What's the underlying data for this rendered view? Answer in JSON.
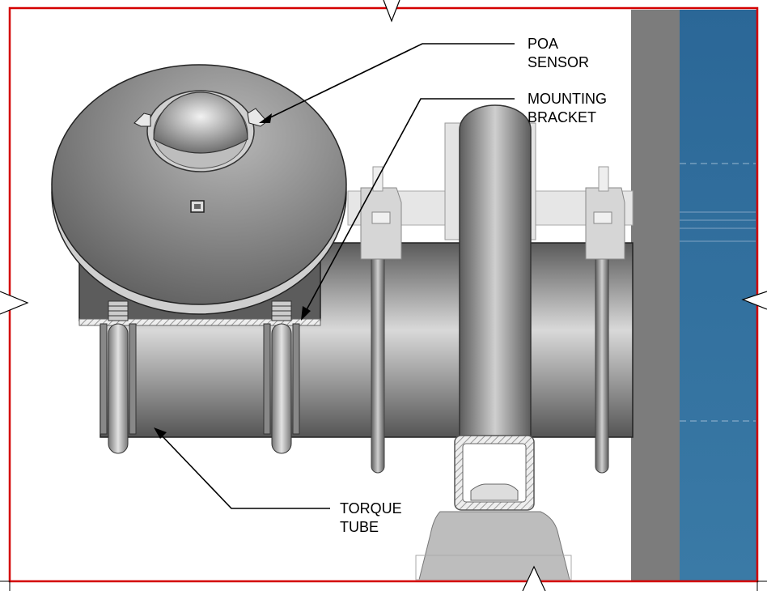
{
  "callouts": {
    "poa_sensor": {
      "line1": "POA",
      "line2": "SENSOR"
    },
    "mounting_bracket": {
      "line1": "MOUNTING",
      "line2": "BRACKET"
    },
    "torque_tube": {
      "line1": "TORQUE",
      "line2": "TUBE"
    }
  },
  "colors": {
    "frame": "#d40000",
    "module_blue": "#2f6a9a",
    "module_frame": "#7c7c7c",
    "steel_dark": "#6a6a6a",
    "steel_light": "#d8d8d8",
    "hatch": "#9a9a9a"
  }
}
